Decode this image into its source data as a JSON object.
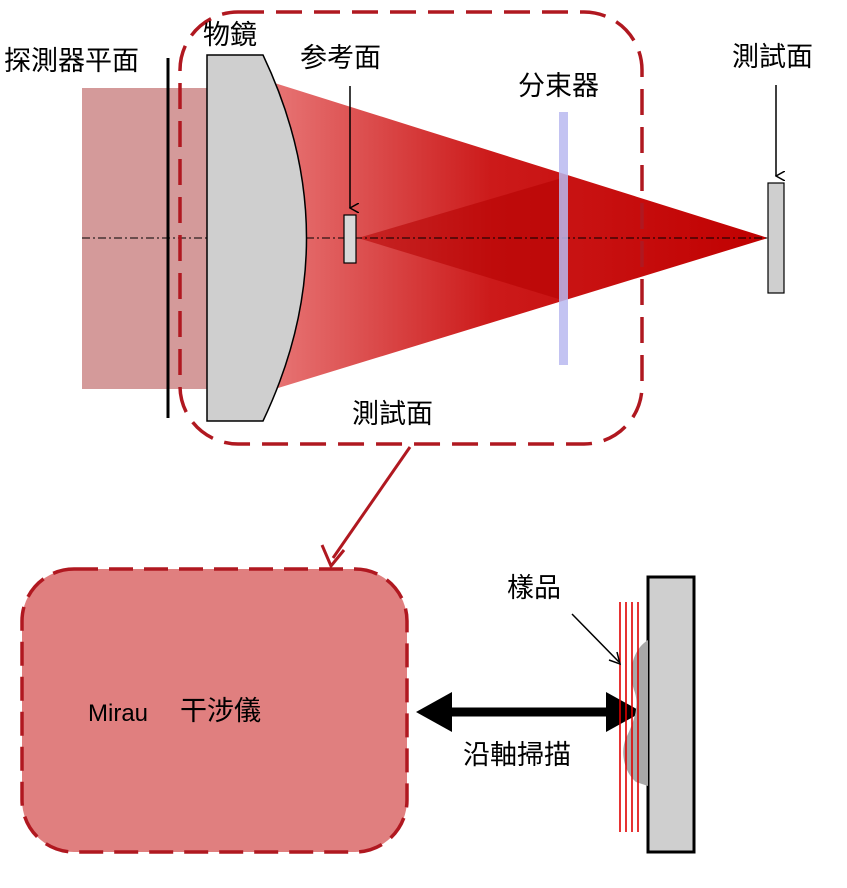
{
  "labels": {
    "detector_plane": "探測器平面",
    "objective": "物鏡",
    "reference_surface": "参考面",
    "beam_splitter": "分束器",
    "test_surface_right": "測試面",
    "test_surface_box": "測試面",
    "sample": "樣品",
    "mirau": "Mirau",
    "interferometer": "干涉儀",
    "axial_scan": "沿軸掃描"
  },
  "colors": {
    "beam_dark": "#c20000",
    "beam_light": "#e46a6a",
    "detector_beam": "#d49a9a",
    "dashed_border": "#b01820",
    "box_fill": "#e07f7f",
    "optics_gray": "#cfcfcf",
    "splitter": "#b8b8f0",
    "fringe_line": "#e00000"
  }
}
